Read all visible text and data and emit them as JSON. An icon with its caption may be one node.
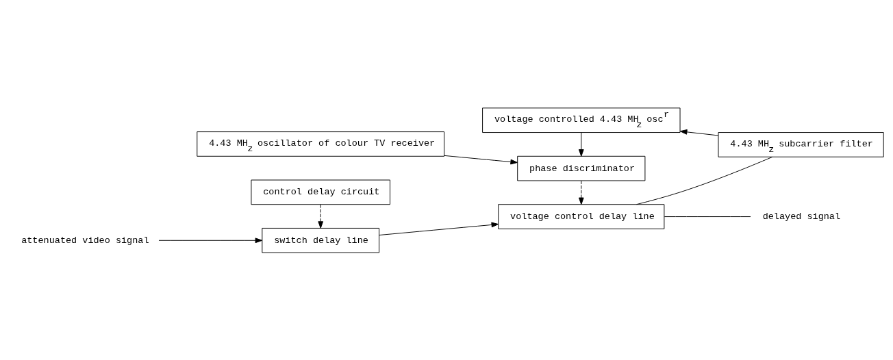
{
  "diagram": {
    "nodes": [
      {
        "text": [
          "attenuated video signal"
        ]
      },
      {
        "text": [
          "switch delay line"
        ]
      },
      {
        "text": [
          "voltage control delay line"
        ]
      },
      {
        "text": [
          "delayed signal"
        ]
      },
      {
        "text": [
          "control delay circuit"
        ]
      },
      {
        "text": [
          "phase discriminator"
        ]
      },
      {
        "text": [
          "4.43 MH$_{z}$ oscillator of colour TV receiver"
        ]
      },
      {
        "text": [
          "voltage controlled 4.43 MH$_{z}$ osc$^{r}$"
        ]
      },
      {
        "text": [
          "4.43 MH$_{z}$ subcarrier filter"
        ]
      }
    ],
    "edges": [
      {
        "from": 0,
        "to": 1,
        "arrow": "to"
      },
      {
        "from": 1,
        "to": 2,
        "arrow": "to"
      },
      {
        "from": 2,
        "to": 3,
        "arrow": "none"
      },
      {
        "from": 2,
        "to": 8,
        "arrow": "none"
      },
      {
        "from": 4,
        "to": 1,
        "arrow": "to",
        "style": "dashed"
      },
      {
        "from": 5,
        "to": 2,
        "arrow": "to",
        "style": "dashed"
      },
      {
        "from": 6,
        "to": 5,
        "arrow": "to"
      },
      {
        "from": 7,
        "to": 5,
        "arrow": "to"
      },
      {
        "from": 8,
        "to": 7,
        "arrow": "to"
      }
    ]
  }
}
